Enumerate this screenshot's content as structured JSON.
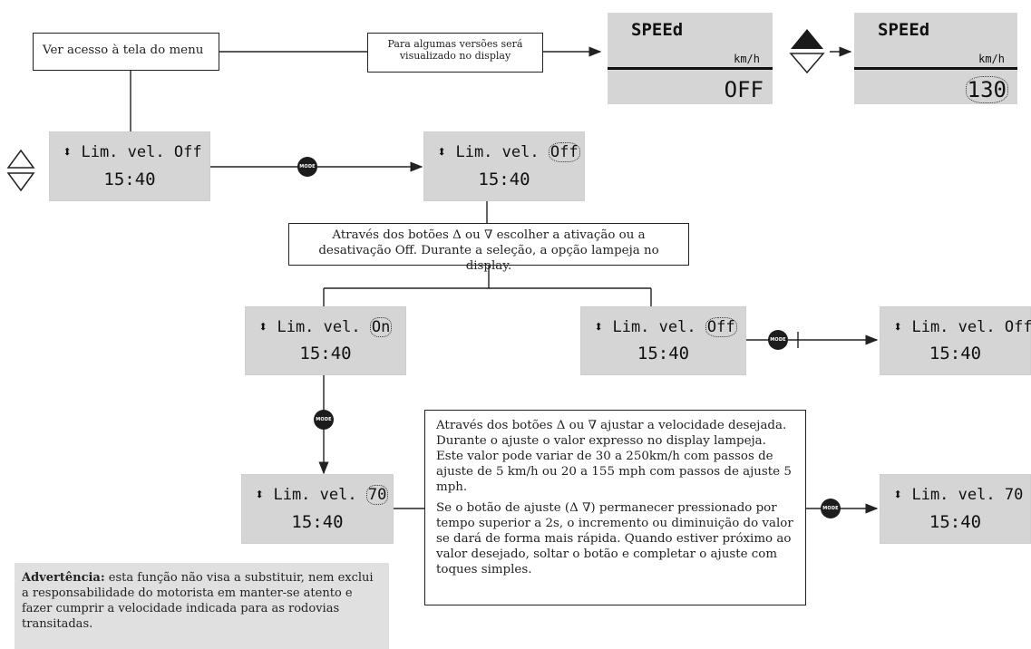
{
  "box_menu": "Ver acesso à tela do menu",
  "box_versions": "Para algumas versões será visualizado no display",
  "speed_display_off": {
    "title": "SPEEd",
    "unit": "km/h",
    "value": "OFF"
  },
  "speed_display_set": {
    "title": "SPEEd",
    "unit": "km/h",
    "value": "130"
  },
  "lcd_prefix": "⬍ Lim. vel.",
  "lcd_time": "15:40",
  "lcd_values": {
    "a": "Off",
    "b": "Off",
    "c": "On",
    "d": "Off",
    "e": "Off",
    "f": "70",
    "g": "70"
  },
  "mode_label": "MODE",
  "box_select": "Através dos botões Δ ou ∇ escolher a ativação ou a desativação Off. Durante a seleção, a opção lampeja no display.",
  "box_adjust_p1": "Através dos botões Δ ou ∇ ajustar a velocidade desejada. Durante o ajuste o valor expresso no display lampeja. Este valor pode variar de 30 a 250km/h com passos de ajuste de 5 km/h ou 20 a 155 mph com passos de ajuste 5 mph.",
  "box_adjust_p2": "Se o botão de ajuste (Δ ∇) permanecer pressionado por tempo superior a 2s, o incremento ou diminuição do valor se dará de forma mais rápida. Quando estiver próximo ao valor desejado, soltar o botão e completar o ajuste com toques simples.",
  "warning_label": "Advertência:",
  "warning_text": " esta função não visa a substituir, nem exclui a responsabilidade do motorista em manter-se atento e fazer cumprir a velocidade indicada para as rodovias transitadas."
}
